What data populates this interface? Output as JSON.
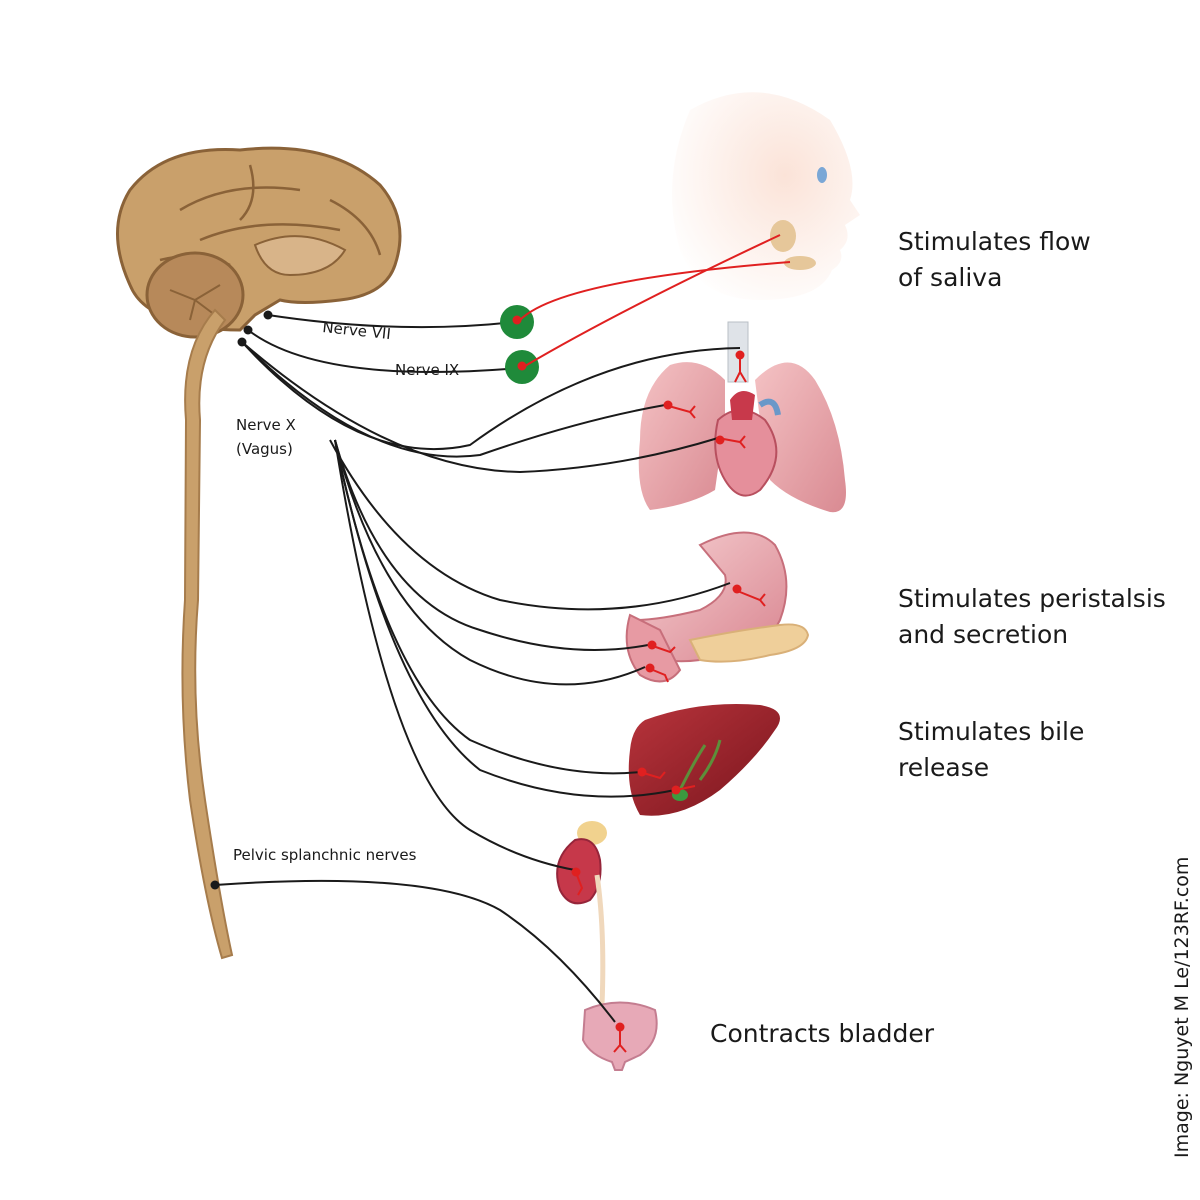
{
  "nerve_labels": {
    "nerve_vii": "Nerve VII",
    "nerve_ix": "Nerve IX",
    "nerve_x_line1": "Nerve X",
    "nerve_x_line2": "(Vagus)",
    "pelvic": "Pelvic splanchnic nerves"
  },
  "effects": {
    "saliva_line1": "Stimulates flow",
    "saliva_line2": "of saliva",
    "peristalsis_line1": "Stimulates peristalsis",
    "peristalsis_line2": "and secretion",
    "bile_line1": "Stimulates bile",
    "bile_line2": "release",
    "bladder": "Contracts bladder"
  },
  "credit": "Image: Nguyet M Le/123RF.com",
  "colors": {
    "brain": "#c9a06b",
    "brain_dark": "#8a6238",
    "spinal_cord": "#c9a06b",
    "nerve_line": "#1a1a1a",
    "post_ganglionic": "#e02020",
    "ganglion": "#1f8a3a",
    "organ_pink": "#e7a3a8",
    "liver": "#8e1f27"
  }
}
